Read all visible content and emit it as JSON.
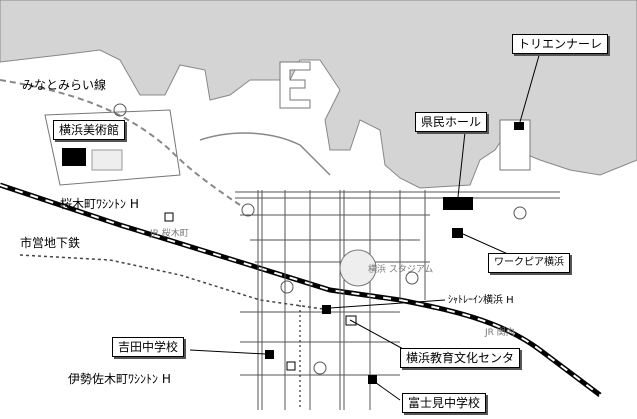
{
  "labels": {
    "line_minatomirai": "みなとみらい線",
    "museum": "横浜美術館",
    "sakuragicho_h": "桜木町ﾜｼﾝﾄﾝ H",
    "subway": "市営地下鉄",
    "triennale": "トリエンナーレ",
    "kenmin_hall": "県民ホール",
    "workpia": "ワークピア横浜",
    "shatore_inn": "ｼｬﾄﾚｰｲﾝ横浜 H",
    "yoshida_jhs": "吉田中学校",
    "education_center": "横浜教育文化センタ",
    "isezaki_h": "伊勢佐木町ﾜｼﾝﾄﾝ H",
    "fujimi_jhs": "富士見中学校",
    "stadium": "横浜 スタジアム",
    "jr_sakuragicho": "JR 桜木町",
    "jr_kannai": "JR 関内"
  },
  "colors": {
    "sea": "#d4d4d4",
    "land": "#ffffff",
    "road": "#555555",
    "marker": "#000000"
  }
}
